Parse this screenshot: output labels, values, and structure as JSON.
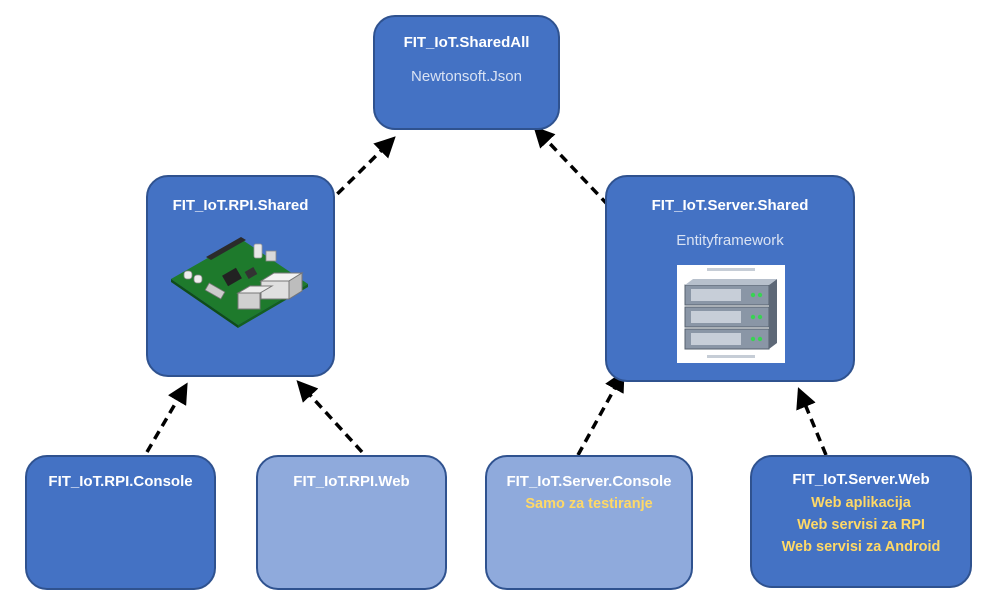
{
  "nodes": {
    "shared_all": {
      "title": "FIT_IoT.SharedAll",
      "subtitle": "Newtonsoft.Json"
    },
    "rpi_shared": {
      "title": "FIT_IoT.RPI.Shared",
      "image": "raspberry-pi-board-icon"
    },
    "server_shared": {
      "title": "FIT_IoT.Server.Shared",
      "subtitle": "Entityframework",
      "image": "server-rack-icon"
    },
    "rpi_console": {
      "title": "FIT_IoT.RPI.Console"
    },
    "rpi_web": {
      "title": "FIT_IoT.RPI.Web"
    },
    "server_console": {
      "title": "FIT_IoT.Server.Console",
      "lines": [
        "Samo za testiranje"
      ]
    },
    "server_web": {
      "title": "FIT_IoT.Server.Web",
      "lines": [
        "Web aplikacija",
        "Web servisi za RPI",
        "Web servisi za Android"
      ]
    }
  },
  "colors": {
    "box_dark": "#4472c4",
    "box_light": "#8faadc",
    "border": "#2f528f",
    "title_text": "#ffffff",
    "subtitle_text": "#d9e2f3",
    "highlight_text": "#ffd966",
    "arrow": "#000000"
  },
  "edges": [
    {
      "from": "rpi_shared",
      "to": "shared_all",
      "style": "dashed-arrow"
    },
    {
      "from": "server_shared",
      "to": "shared_all",
      "style": "dashed-arrow"
    },
    {
      "from": "rpi_console",
      "to": "rpi_shared",
      "style": "dashed-arrow"
    },
    {
      "from": "rpi_web",
      "to": "rpi_shared",
      "style": "dashed-arrow"
    },
    {
      "from": "server_console",
      "to": "server_shared",
      "style": "dashed-arrow"
    },
    {
      "from": "server_web",
      "to": "server_shared",
      "style": "dashed-arrow"
    }
  ]
}
